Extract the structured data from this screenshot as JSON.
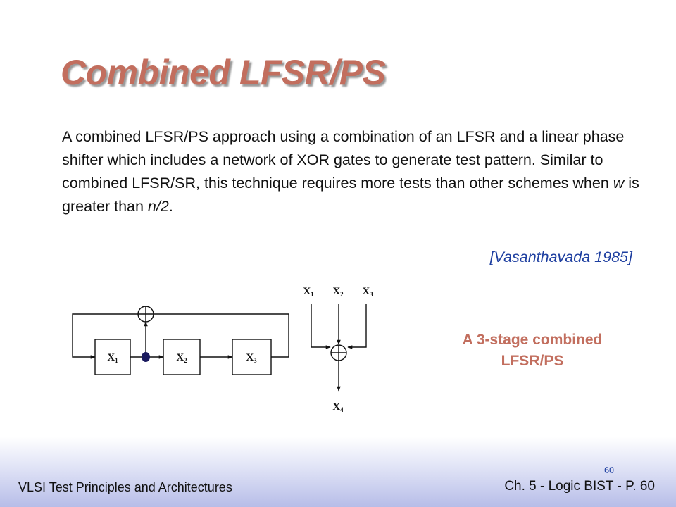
{
  "title": "Combined LFSR/PS",
  "body": {
    "before_w": "A combined LFSR/PS approach using a combination of an LFSR and a linear phase shifter which includes a network of XOR gates to generate test pattern. Similar to combined LFSR/SR, this technique requires more tests than other schemes when ",
    "w": "w",
    "middle": " is greater than ",
    "n2": "n/2",
    "end": "."
  },
  "citation": "[Vasanthavada 1985]",
  "caption": {
    "line1": "A 3-stage combined",
    "line2": "LFSR/PS"
  },
  "diagram": {
    "register": [
      {
        "base": "X",
        "sub": "1"
      },
      {
        "base": "X",
        "sub": "2"
      },
      {
        "base": "X",
        "sub": "3"
      }
    ],
    "phase_shifter_inputs": [
      {
        "base": "X",
        "sub": "1"
      },
      {
        "base": "X",
        "sub": "2"
      },
      {
        "base": "X",
        "sub": "3"
      }
    ],
    "phase_shifter_output": {
      "base": "X",
      "sub": "4"
    }
  },
  "footer": {
    "left": "VLSI Test Principles and Architectures",
    "right": "Ch. 5 - Logic BIST - P. 60",
    "slide_number": "60"
  },
  "colors": {
    "title": "#c26e5e",
    "citation": "#1e3fa0",
    "caption": "#c26e5e",
    "tap_dot": "#1a1a5e"
  }
}
